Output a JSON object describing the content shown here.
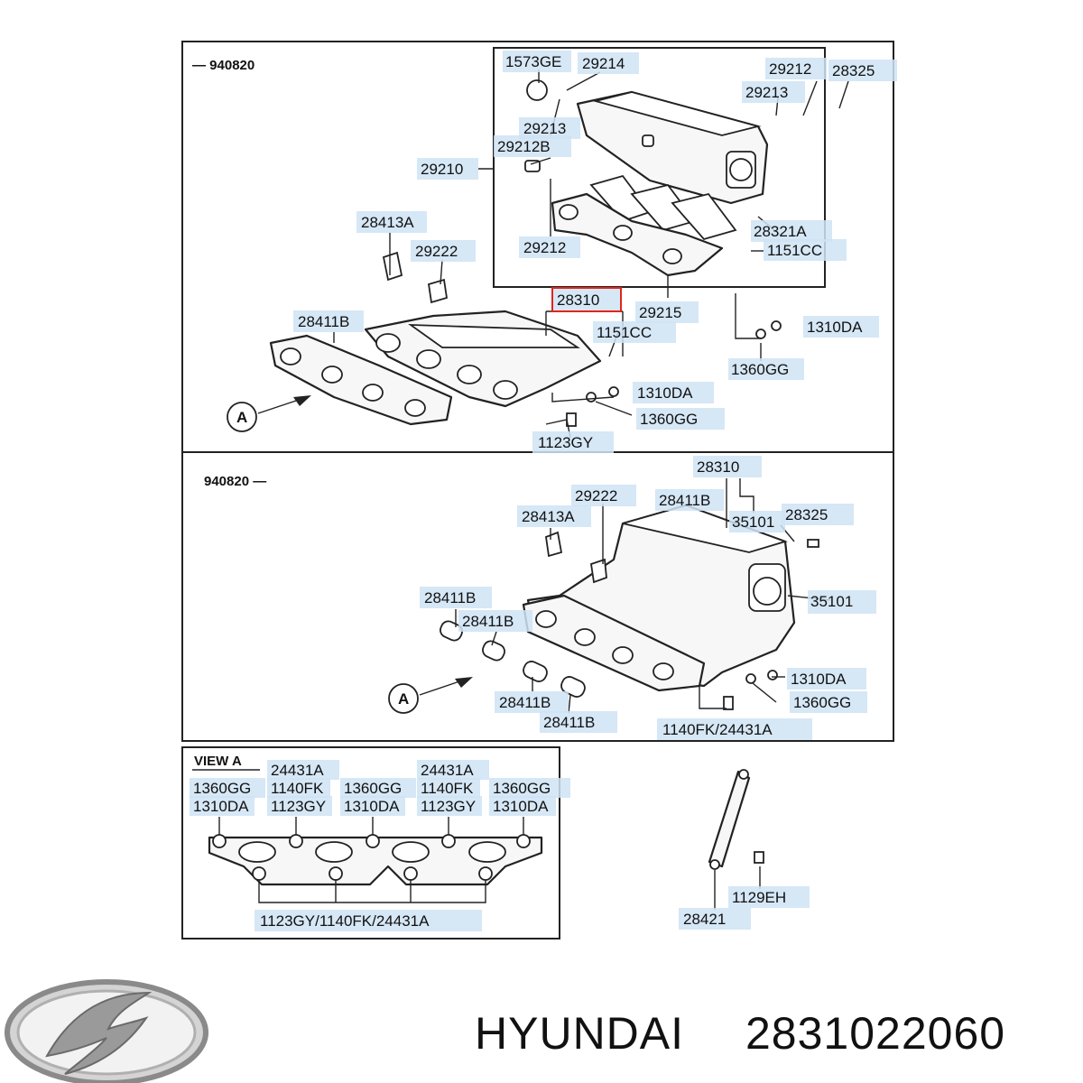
{
  "sections": {
    "top": "— 940820",
    "middle": "940820 —",
    "view": "VIEW A"
  },
  "arrow_marker": "A",
  "labels": {
    "t_1573GE": "1573GE",
    "t_29214": "29214",
    "t_29212a": "29212",
    "t_28325": "28325",
    "t_29213a": "29213",
    "t_29213b": "29213",
    "t_29212B": "29212B",
    "t_29210": "29210",
    "t_28413A": "28413A",
    "t_29222": "29222",
    "t_29212b": "29212",
    "t_28321A": "28321A",
    "t_1151CCa": "1151CC",
    "t_28310": "28310",
    "t_29215": "29215",
    "t_28411B": "28411B",
    "t_1151CCb": "1151CC",
    "t_1310DAa": "1310DA",
    "t_1360GGa": "1360GG",
    "t_1310DAb": "1310DA",
    "t_1360GGb": "1360GG",
    "t_1123GY": "1123GY",
    "m_28310": "28310",
    "m_29222": "29222",
    "m_28411Ba": "28411B",
    "m_35101a": "35101",
    "m_28325": "28325",
    "m_28413A": "28413A",
    "m_35101b": "35101",
    "m_28411Bb": "28411B",
    "m_28411Bc": "28411B",
    "m_1310DA": "1310DA",
    "m_1360GG": "1360GG",
    "m_28411Bd": "28411B",
    "m_28411Be": "28411B",
    "m_1140FK": "1140FK/24431A",
    "v_24431Aa": "24431A",
    "v_1140FKa": "1140FK",
    "v_1123GYa": "1123GY",
    "v_1360GGa": "1360GG",
    "v_1310DAa": "1310DA",
    "v_1360GGb": "1360GG",
    "v_1310DAb": "1310DA",
    "v_24431Ab": "24431A",
    "v_1140FKb": "1140FK",
    "v_1123GYb": "1123GY",
    "v_1360GGc": "1360GG",
    "v_1310DAc": "1310DA",
    "v_bottom": "1123GY/1140FK/24431A",
    "s_1129EH": "1129EH",
    "s_28421": "28421"
  },
  "footer": {
    "brand": "HYUNDAI",
    "part_number": "2831022060"
  },
  "colors": {
    "label_highlight": "#cfe3f5",
    "selected_outline": "#e0261b",
    "line": "#222222"
  }
}
